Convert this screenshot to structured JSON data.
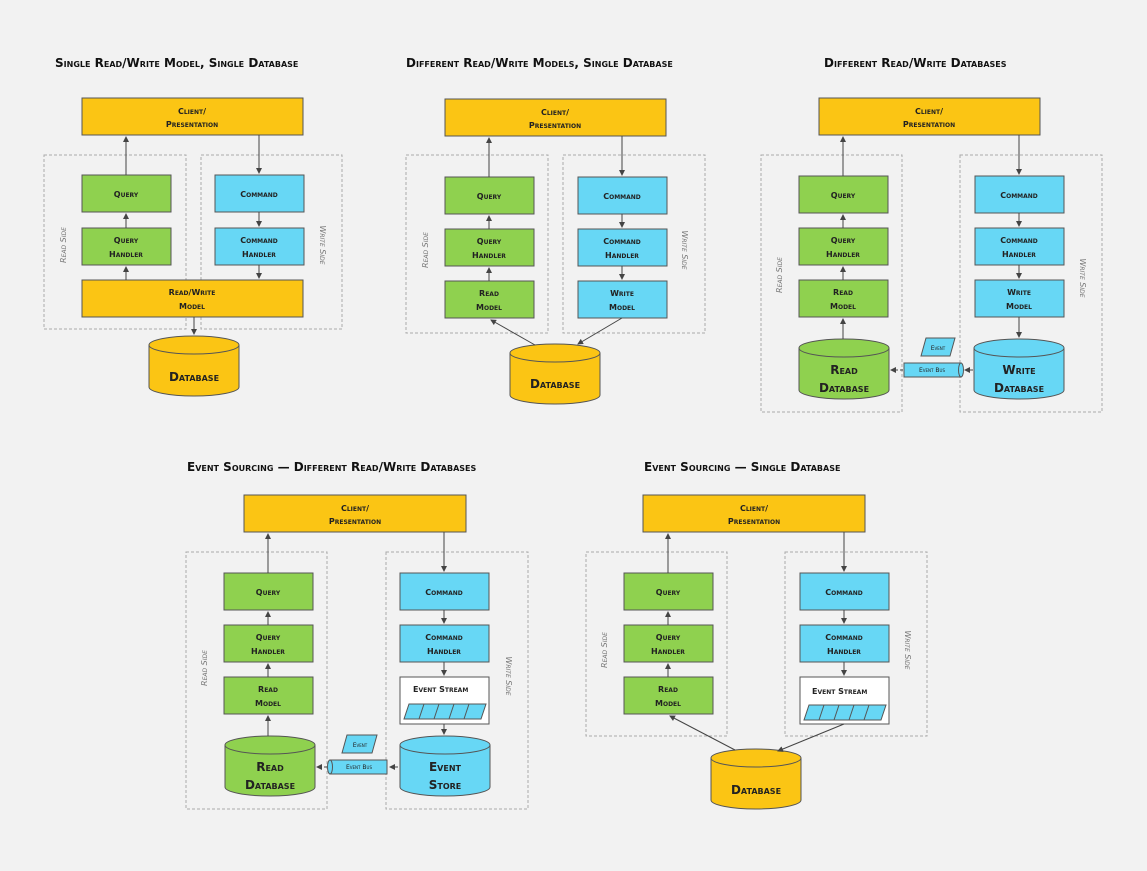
{
  "titles": {
    "d1": "Single Read/Write Model, Single Database",
    "d2": "Different Read/Write Models, Single Database",
    "d3": "Different Read/Write Databases",
    "d4": "Event Sourcing — Different Read/Write Databases",
    "d5": "Event Sourcing — Single Database"
  },
  "labels": {
    "client_l1": "Client/",
    "client_l2": "Presentation",
    "query": "Query",
    "query_handler_l1": "Query",
    "query_handler_l2": "Handler",
    "command": "Command",
    "command_handler_l1": "Command",
    "command_handler_l2": "Handler",
    "rw_model_l1": "Read/Write",
    "rw_model_l2": "Model",
    "read_model_l1": "Read",
    "read_model_l2": "Model",
    "write_model_l1": "Write",
    "write_model_l2": "Model",
    "database": "Database",
    "read_db_l1": "Read",
    "read_db_l2": "Database",
    "write_db_l1": "Write",
    "write_db_l2": "Database",
    "event_store_l1": "Event",
    "event_store_l2": "Store",
    "event_stream": "Event Stream",
    "event": "Event",
    "event_bus": "Event Bus",
    "read_side": "Read Side",
    "write_side": "Write Side"
  },
  "colors": {
    "client": "#fbc514",
    "read": "#8fd14f",
    "write": "#67d7f5",
    "background": "#f2f2f2"
  }
}
